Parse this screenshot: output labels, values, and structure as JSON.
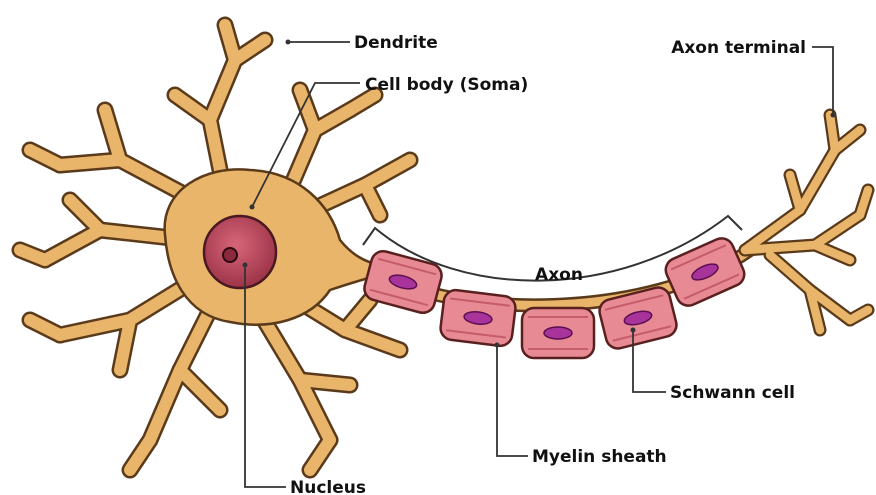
{
  "labels": {
    "dendrite": "Dendrite",
    "cell_body": "Cell body (Soma)",
    "axon_terminal": "Axon terminal",
    "axon": "Axon",
    "schwann_cell": "Schwann cell",
    "myelin_sheath": "Myelin sheath",
    "nucleus": "Nucleus"
  },
  "colors": {
    "cell_fill": "#e8b56a",
    "cell_stroke": "#5a3a1a",
    "nucleus_fill": "#b84a5c",
    "sheath_fill": "#e88a94",
    "sheath_stroke": "#5a2020",
    "schwann_nucleus": "#a8339a",
    "leader_line": "#333333"
  }
}
